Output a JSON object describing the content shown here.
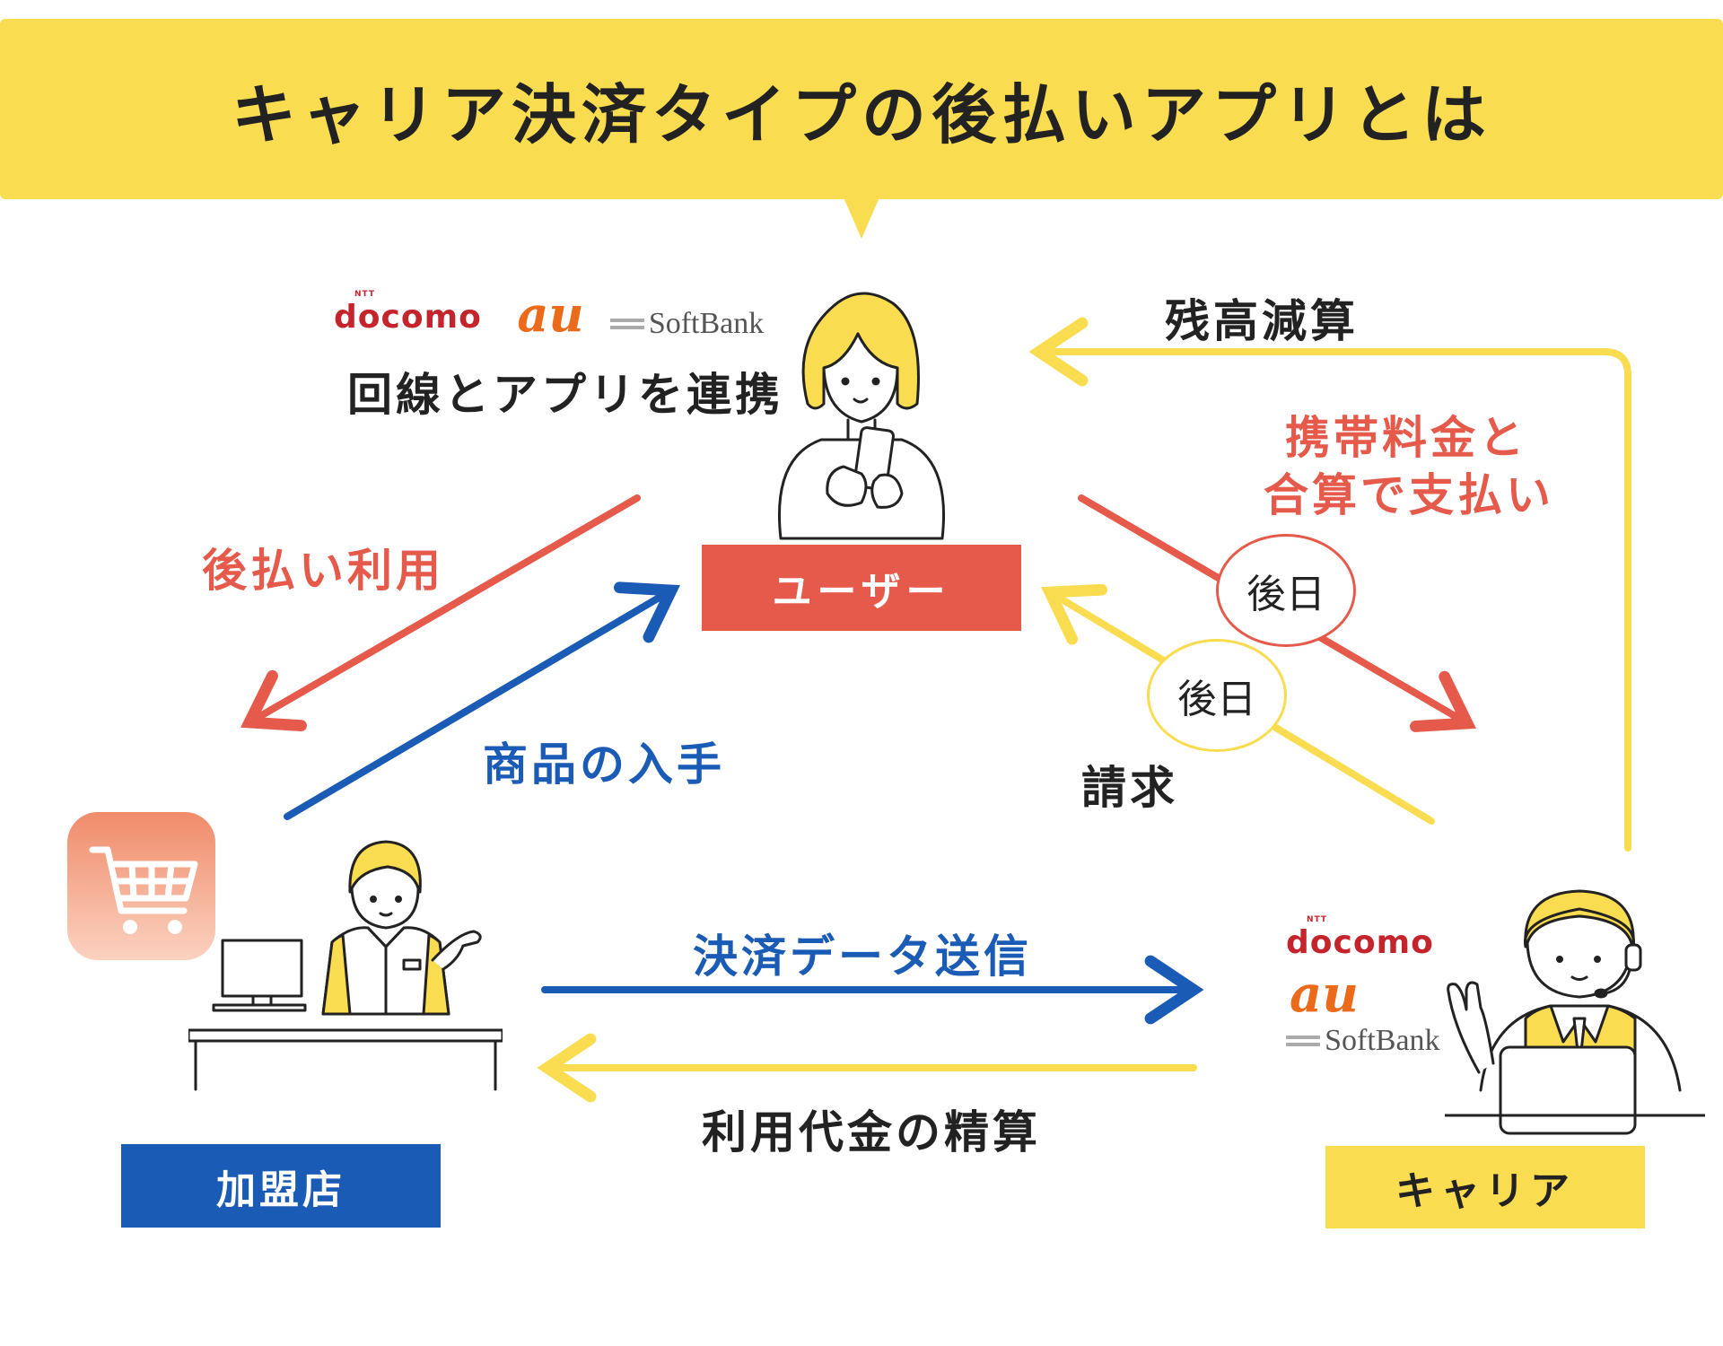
{
  "title": "キャリア決済タイプの後払いアプリとは",
  "logos": {
    "docomo": "docomo",
    "docomo_ntt": "NTT",
    "au": "au",
    "softbank": "SoftBank"
  },
  "top_left": {
    "link_label": "回線とアプリを連携"
  },
  "nodes": {
    "user": "ユーザー",
    "merchant": "加盟店",
    "carrier": "キャリア"
  },
  "flows": {
    "deferred_use": "後払い利用",
    "get_product": "商品の入手",
    "balance_deduct": "残高減算",
    "pay_with_phone_bill_1": "携帯料金と",
    "pay_with_phone_bill_2": "合算で支払い",
    "billing": "請求",
    "later_1": "後日",
    "later_2": "後日",
    "send_payment_data": "決済データ送信",
    "settlement": "利用代金の精算"
  },
  "colors": {
    "red": "#e55a4a",
    "blue": "#1a5bb5",
    "yellow": "#f9dc4f",
    "dark": "#222222"
  },
  "icons": [
    "cart-app-icon",
    "user-woman-illustration",
    "clerk-illustration",
    "operator-illustration"
  ]
}
